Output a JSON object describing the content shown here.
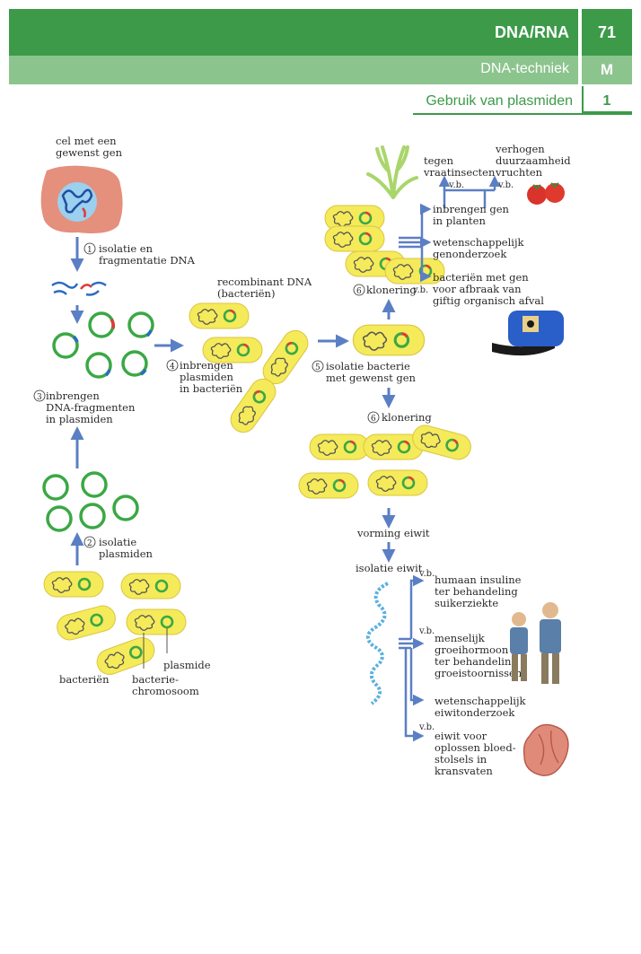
{
  "header": {
    "title": "DNA/RNA",
    "number": "71",
    "subtitle": "DNA-techniek",
    "letter": "M",
    "topic": "Gebruik van plasmiden",
    "index": "1"
  },
  "labels": {
    "cel": [
      "cel met een",
      "gewenst gen"
    ],
    "step1": [
      "isolatie en",
      "fragmentatie DNA"
    ],
    "step1_num": "1",
    "step3": [
      "inbrengen",
      "DNA-fragmenten",
      "in plasmiden"
    ],
    "step3_num": "3",
    "step2": [
      "isolatie",
      "plasmiden"
    ],
    "step2_num": "2",
    "bacterien": "bacteriën",
    "chromosoom": [
      "bacterie-",
      "chromosoom"
    ],
    "plasmide": "plasmide",
    "recombinant": [
      "recombinant DNA",
      "(bacteriën)"
    ],
    "step4": [
      "inbrengen",
      "plasmiden",
      "in bacteriën"
    ],
    "step4_num": "4",
    "step5": [
      "isolatie bacterie",
      "met gewenst gen"
    ],
    "step5_num": "5",
    "klonering_top": "klonering",
    "klonering_mid": "klonering",
    "step6_num": "6",
    "tegen": [
      "tegen",
      "vraatinsecten"
    ],
    "verhogen": [
      "verhogen",
      "duurzaamheid",
      "vruchten"
    ],
    "vb": "v.b.",
    "planten": [
      "inbrengen gen",
      "in planten"
    ],
    "genonderzoek": [
      "wetenschappelijk",
      "genonderzoek"
    ],
    "afbraak": [
      "bacteriën met gen",
      "voor afbraak van",
      "giftig organisch afval"
    ],
    "vorming": "vorming eiwit",
    "isolatie_eiwit": "isolatie eiwit",
    "insuline": [
      "humaan insuline",
      "ter behandeling",
      "suikerziekte"
    ],
    "groei": [
      "menselijk",
      "groeihormoon",
      "ter behandeling",
      "groeistoornissen"
    ],
    "eiwitonderzoek": [
      "wetenschappelijk",
      "eiwitonderzoek"
    ],
    "bloed": [
      "eiwit voor",
      "oplossen bloed-",
      "stolsels in",
      "kransvaten"
    ]
  },
  "colors": {
    "header_dark": "#3c9a49",
    "header_light": "#8cc48e",
    "arrow": "#5b7fc4",
    "bacterium": "#f5ea5a",
    "plasmid": "#3aa844",
    "insert": "#e03a3a",
    "dna": "#2a6cc0"
  }
}
